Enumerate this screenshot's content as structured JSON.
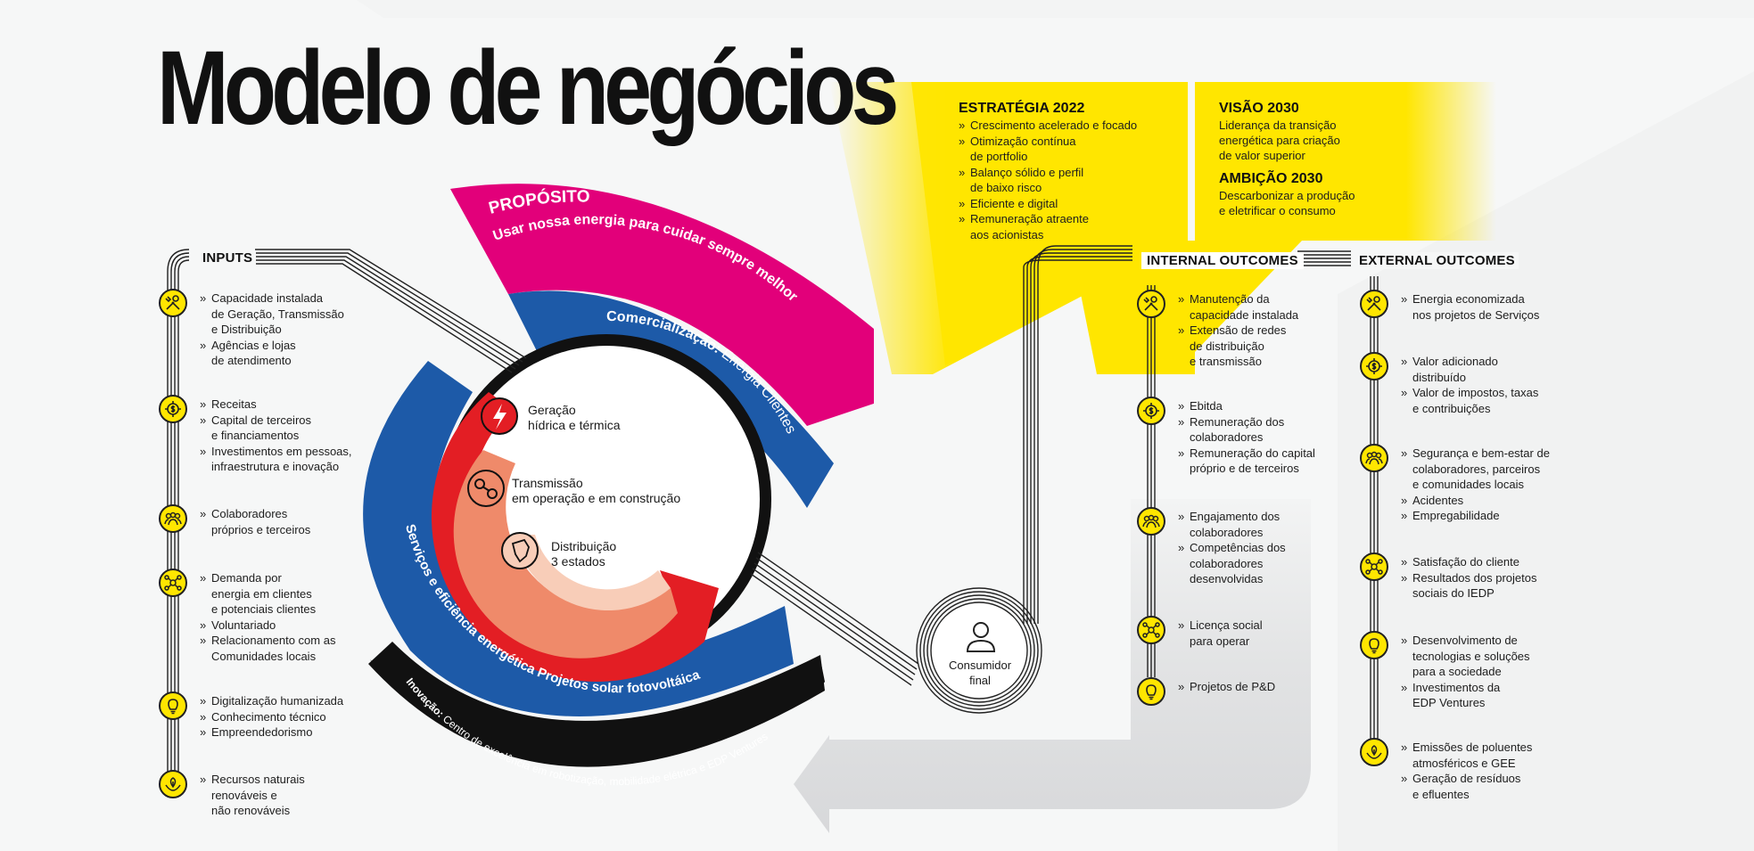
{
  "title": "Modelo de negócios",
  "colors": {
    "magenta": "#e2007a",
    "blue": "#1d5aa8",
    "black": "#111111",
    "yellow": "#ffe600",
    "red": "#e31e24",
    "salmon": "#ef8a6a",
    "peach": "#f8cdb8"
  },
  "proposito": {
    "title": "PROPÓSITO",
    "text": "Usar nossa energia para cuidar sempre melhor"
  },
  "comercializacao": {
    "bold": "Comercialização:",
    "text": " Energia Clientes"
  },
  "servicos": "Serviços e eficiência energética Projetos solar fotovoltáica",
  "inovacao": {
    "bold": "Inovação:",
    "text": " Centro de excelência em robotização, mobilidade elétrica e EDP Ventures"
  },
  "core": {
    "geracao": [
      "Geração",
      "hídrica e térmica"
    ],
    "transmissao": [
      "Transmissão",
      "em operação e em construção"
    ],
    "distribuicao": [
      "Distribuição",
      "3 estados"
    ]
  },
  "consumidor": [
    "Consumidor",
    "final"
  ],
  "estrategia": {
    "title": "ESTRATÉGIA 2022",
    "items": [
      [
        "Crescimento acelerado e focado"
      ],
      [
        "Otimização contínua",
        "de portfolio"
      ],
      [
        "Balanço sólido e perfil",
        "de baixo risco"
      ],
      [
        "Eficiente e digital"
      ],
      [
        "Remuneração atraente",
        "aos acionistas"
      ]
    ]
  },
  "visao": {
    "title": "VISÃO 2030",
    "lines": [
      "Liderança da transição",
      "energética para criação",
      "de valor superior"
    ]
  },
  "ambicao": {
    "title": "AMBIÇÃO 2030",
    "lines": [
      "Descarbonizar a produção",
      "e eletrificar o consumo"
    ]
  },
  "inputs": {
    "title": "INPUTS",
    "groups": [
      {
        "icon": "tools-icon",
        "items": [
          [
            "Capacidade instalada",
            "de Geração, Transmissão",
            "e Distribuição"
          ],
          [
            "Agências e lojas",
            "de atendimento"
          ]
        ]
      },
      {
        "icon": "money-gear-icon",
        "items": [
          [
            "Receitas"
          ],
          [
            "Capital de terceiros",
            "e financiamentos"
          ],
          [
            "Investimentos em pessoas,",
            "infraestrutura e inovação"
          ]
        ]
      },
      {
        "icon": "people-icon",
        "items": [
          [
            "Colaboradores",
            "próprios e terceiros"
          ]
        ]
      },
      {
        "icon": "network-icon",
        "items": [
          [
            "Demanda por",
            "energia em clientes",
            "e potenciais clientes"
          ],
          [
            "Voluntariado"
          ],
          [
            "Relacionamento com as",
            "Comunidades locais"
          ]
        ]
      },
      {
        "icon": "lightbulb-icon",
        "items": [
          [
            "Digitalização humanizada"
          ],
          [
            "Conhecimento técnico"
          ],
          [
            "Empreendedorismo"
          ]
        ]
      },
      {
        "icon": "leaf-hand-icon",
        "items": [
          [
            "Recursos naturais",
            "renováveis e",
            "não renováveis"
          ]
        ]
      }
    ]
  },
  "internal": {
    "title": "INTERNAL OUTCOMES",
    "groups": [
      {
        "icon": "tools-icon",
        "items": [
          [
            "Manutenção da",
            "capacidade instalada"
          ],
          [
            "Extensão de redes",
            "de distribuição",
            "e transmissão"
          ]
        ]
      },
      {
        "icon": "money-gear-icon",
        "items": [
          [
            "Ebitda"
          ],
          [
            "Remuneração dos",
            "colaboradores"
          ],
          [
            "Remuneração do capital",
            "próprio e de terceiros"
          ]
        ]
      },
      {
        "icon": "people-icon",
        "items": [
          [
            "Engajamento dos",
            "colaboradores"
          ],
          [
            "Competências dos",
            "colaboradores",
            "desenvolvidas"
          ]
        ]
      },
      {
        "icon": "network-icon",
        "items": [
          [
            "Licença social",
            "para operar"
          ]
        ]
      },
      {
        "icon": "lightbulb-icon",
        "items": [
          [
            "Projetos de P&D"
          ]
        ]
      }
    ]
  },
  "external": {
    "title": "EXTERNAL OUTCOMES",
    "groups": [
      {
        "icon": "tools-icon",
        "items": [
          [
            "Energia economizada",
            "nos projetos de Serviços"
          ]
        ]
      },
      {
        "icon": "money-gear-icon",
        "items": [
          [
            "Valor adicionado",
            "distribuído"
          ],
          [
            "Valor de impostos, taxas",
            "e contribuições"
          ]
        ]
      },
      {
        "icon": "people-icon",
        "items": [
          [
            "Segurança e bem-estar de",
            "colaboradores, parceiros",
            "e comunidades locais"
          ],
          [
            "Acidentes"
          ],
          [
            "Empregabilidade"
          ]
        ]
      },
      {
        "icon": "network-icon",
        "items": [
          [
            "Satisfação do cliente"
          ],
          [
            "Resultados dos projetos",
            "sociais do IEDP"
          ]
        ]
      },
      {
        "icon": "lightbulb-icon",
        "items": [
          [
            "Desenvolvimento de",
            "tecnologias e soluções",
            "para a sociedade"
          ],
          [
            "Investimentos da",
            "EDP Ventures"
          ]
        ]
      },
      {
        "icon": "leaf-hand-icon",
        "items": [
          [
            "Emissões de poluentes",
            "atmosféricos e GEE"
          ],
          [
            "Geração de resíduos",
            "e efluentes"
          ]
        ]
      }
    ]
  }
}
